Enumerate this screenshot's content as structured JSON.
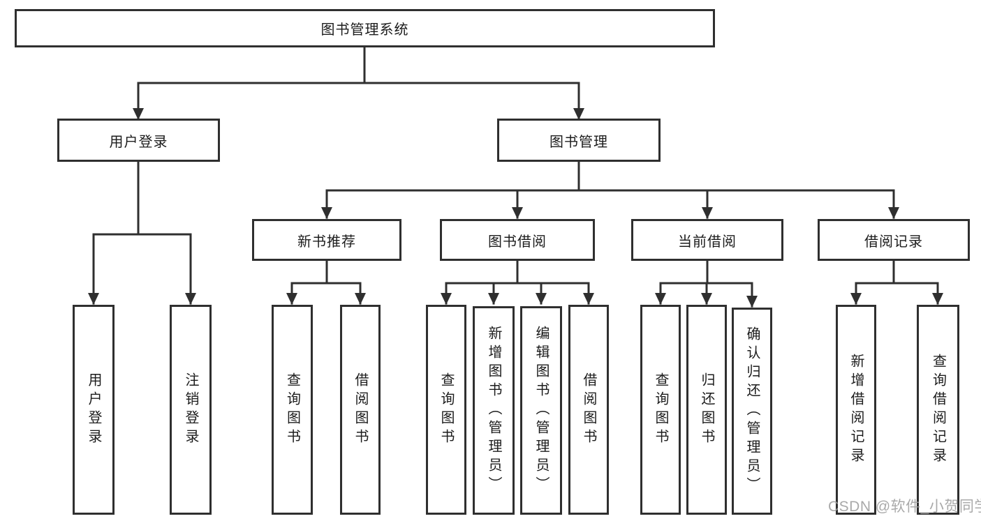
{
  "tree": {
    "label": "图书管理系统",
    "children": [
      {
        "label": "用户登录",
        "children": [
          {
            "label": "用户登录"
          },
          {
            "label": "注销登录"
          }
        ]
      },
      {
        "label": "图书管理",
        "children": [
          {
            "label": "新书推荐",
            "children": [
              {
                "label": "查询图书"
              },
              {
                "label": "借阅图书"
              }
            ]
          },
          {
            "label": "图书借阅",
            "children": [
              {
                "label": "查询图书"
              },
              {
                "label": "新增图书（管理员）"
              },
              {
                "label": "编辑图书（管理员）"
              },
              {
                "label": "借阅图书"
              }
            ]
          },
          {
            "label": "当前借阅",
            "children": [
              {
                "label": "查询图书"
              },
              {
                "label": "归还图书"
              },
              {
                "label": "确认归还（管理员）"
              }
            ]
          },
          {
            "label": "借阅记录",
            "children": [
              {
                "label": "新增借阅记录"
              },
              {
                "label": "查询借阅记录"
              }
            ]
          }
        ]
      }
    ]
  },
  "watermark": {
    "text": "CSDN @软件_小贺同学"
  },
  "colors": {
    "line": "#2f2f2f",
    "text": "#1c1c1c",
    "background": "#ffffff",
    "watermark": "#9e9e9e"
  }
}
